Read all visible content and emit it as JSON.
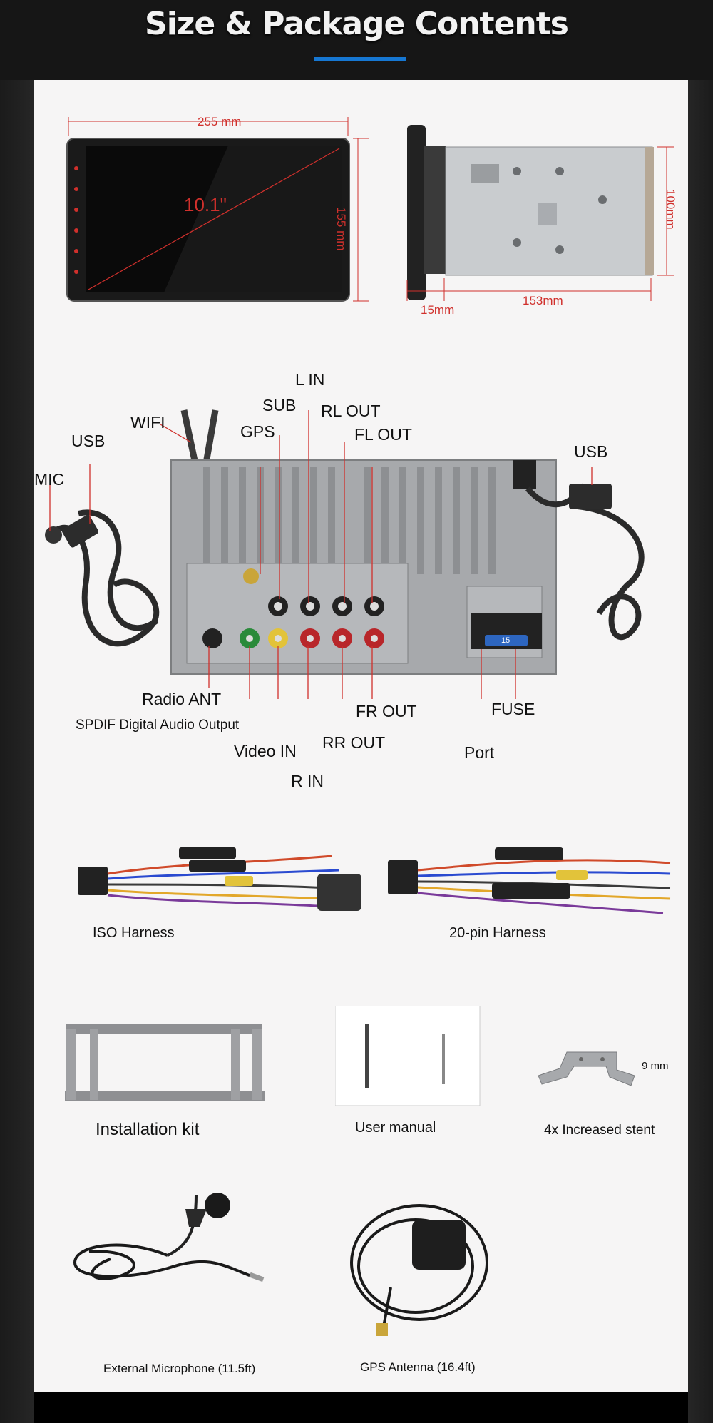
{
  "header": {
    "title": "Size & Package Contents"
  },
  "dimensions": {
    "width": "255 mm",
    "height": "155 mm",
    "diagonal": "10.1\"",
    "depth_front": "15mm",
    "depth_body": "153mm",
    "body_height": "100mm"
  },
  "connectors": {
    "l_in": "L IN",
    "sub": "SUB",
    "rl_out": "RL OUT",
    "wifi": "WIFI",
    "gps": "GPS",
    "fl_out": "FL OUT",
    "usb_left": "USB",
    "usb_right": "USB",
    "mic": "MIC",
    "radio_ant": "Radio ANT",
    "spdif": "SPDIF Digital Audio Output",
    "fr_out": "FR OUT",
    "fuse": "FUSE",
    "video_in": "Video IN",
    "rr_out": "RR OUT",
    "port": "Port",
    "r_in": "R IN",
    "fuse_value": "15"
  },
  "package": {
    "iso_harness": "ISO Harness",
    "pin_harness": "20-pin Harness",
    "installation_kit": "Installation kit",
    "user_manual": "User manual",
    "stent": "4x Increased stent",
    "stent_dim": "9 mm",
    "microphone": "External Microphone (11.5ft)",
    "gps_antenna": "GPS Antenna (16.4ft)"
  }
}
